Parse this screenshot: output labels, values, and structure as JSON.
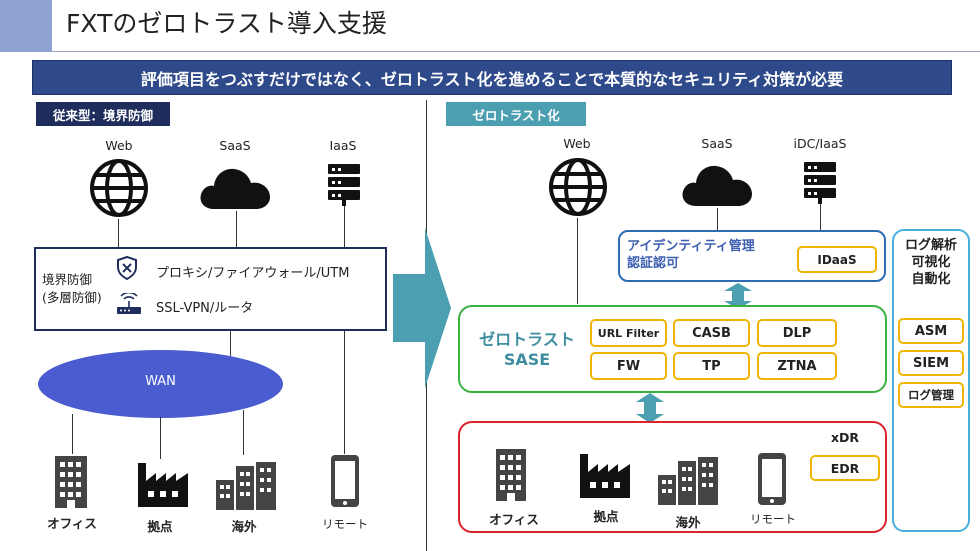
{
  "title": "FXTのゼロトラスト導入支援",
  "banner": "評価項目をつぶすだけではなく、ゼロトラスト化を進めることで本質的なセキュリティ対策が必要",
  "legacy": {
    "tag": "従来型：境界防御",
    "clouds": [
      "Web",
      "SaaS",
      "IaaS"
    ],
    "perimeter_label": "境界防御\n(多層防御)",
    "proxy_label": "プロキシ/ファイアウォール/UTM",
    "vpn_label": "SSL-VPN/ルータ",
    "wan_label": "WAN",
    "sites": [
      "オフィス",
      "拠点",
      "海外",
      "リモート"
    ]
  },
  "zerotrust": {
    "tag": "ゼロトラスト化",
    "clouds": [
      "Web",
      "SaaS",
      "iDC/IaaS"
    ],
    "identity_label": "アイデンティティ管理\n認証認可",
    "idaas": "IDaaS",
    "sase_label": "ゼロトラスト\nSASE",
    "sase_items": [
      "URL Filter",
      "CASB",
      "DLP",
      "FW",
      "TP",
      "ZTNA"
    ],
    "xdr_label": "xDR",
    "edr": "EDR",
    "sites": [
      "オフィス",
      "拠点",
      "海外",
      "リモート"
    ],
    "log_label": "ログ解析\n可視化\n自動化",
    "log_items": [
      "ASM",
      "SIEM",
      "ログ管理"
    ]
  }
}
